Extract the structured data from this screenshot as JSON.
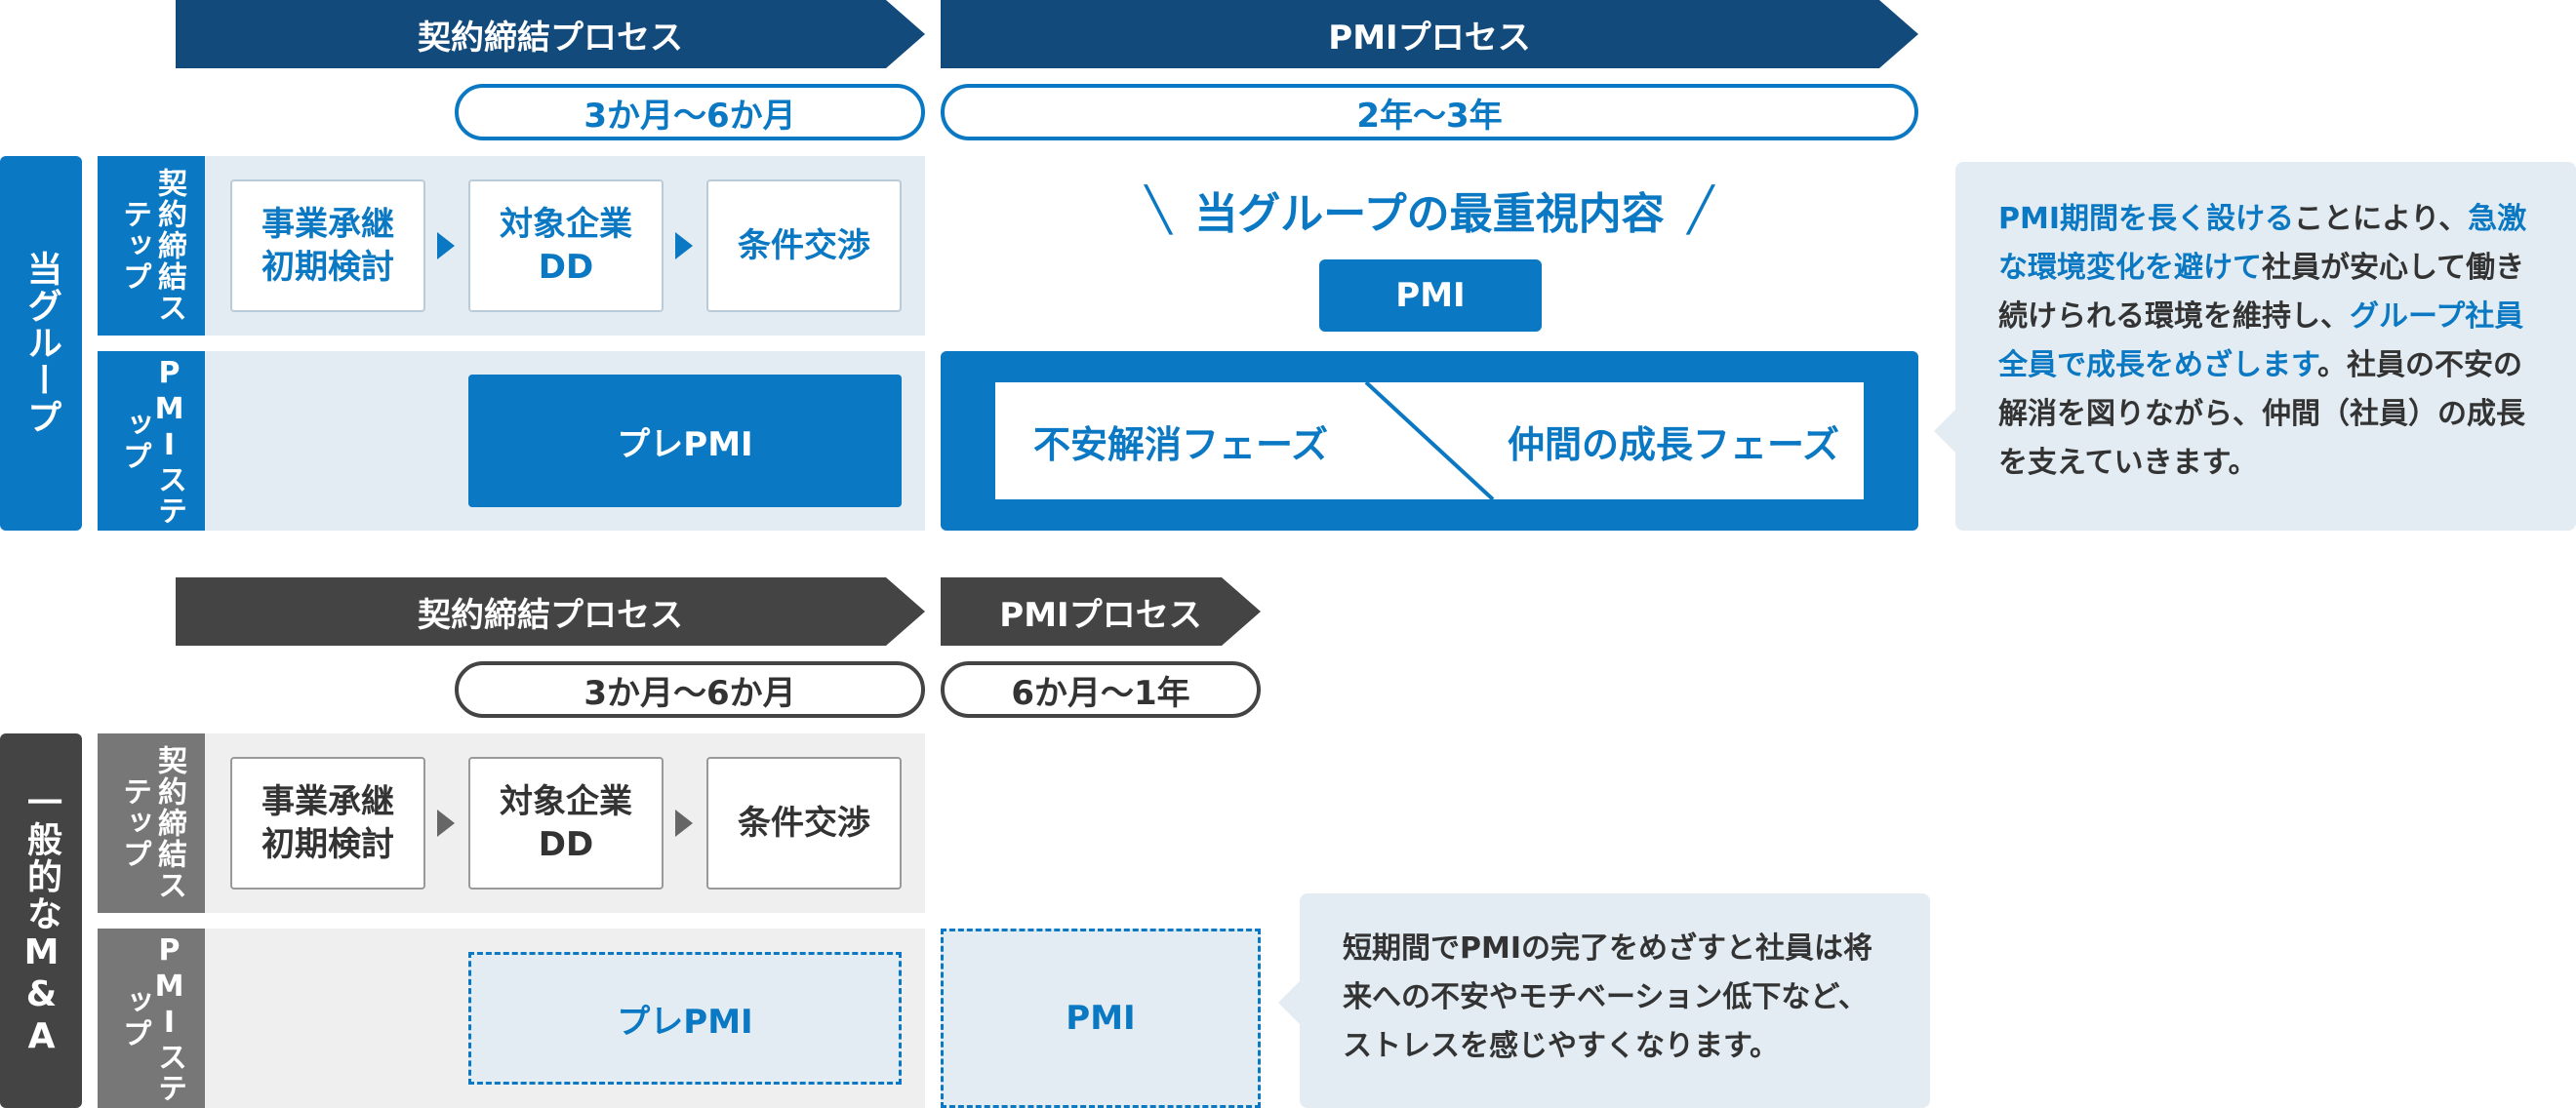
{
  "colors": {
    "navy": "#134a7c",
    "blue": "#0a78c2",
    "light_blue_bg": "#e3ecf2",
    "dark_gray": "#444444",
    "mid_gray": "#777777",
    "light_gray_bg": "#efefef",
    "text_dark": "#333333"
  },
  "our_group": {
    "side_label": "当グループ",
    "contract_process": "契約締結プロセス",
    "pmi_process": "PMIプロセス",
    "contract_duration": "3か月〜6か月",
    "pmi_duration": "2年〜3年",
    "contract_step_label": "契約締結ステップ",
    "pmi_step_label": "PMIステップ",
    "steps": [
      "事業承継初期検討",
      "対象企業DD",
      "条件交渉"
    ],
    "pre_pmi": "プレPMI",
    "focus_title": "当グループの最重視内容",
    "focus_badge": "PMI",
    "phase_left": "不安解消フェーズ",
    "phase_right": "仲間の成長フェーズ",
    "note_segments": [
      {
        "text": "PMI期間を長く設ける",
        "highlight": true
      },
      {
        "text": "ことにより、",
        "highlight": false
      },
      {
        "text": "急激な環境変化を避けて",
        "highlight": true
      },
      {
        "text": "社員が安心して働き続けられる環境を維持し、",
        "highlight": false
      },
      {
        "text": "グループ社員全員で成長をめざします",
        "highlight": true
      },
      {
        "text": "。社員の不安の解消を図りながら、仲間（社員）の成長を支えていきます。",
        "highlight": false
      }
    ]
  },
  "general": {
    "side_label": "一般的なM&A",
    "contract_process": "契約締結プロセス",
    "pmi_process": "PMIプロセス",
    "contract_duration": "3か月〜6か月",
    "pmi_duration": "6か月〜1年",
    "contract_step_label": "契約締結ステップ",
    "pmi_step_label": "PMIステップ",
    "steps": [
      "事業承継初期検討",
      "対象企業DD",
      "条件交渉"
    ],
    "pre_pmi": "プレPMI",
    "pmi": "PMI",
    "note": "短期間でPMIの完了をめざすと社員は将来への不安やモチベーション低下など、ストレスを感じやすくなります。"
  }
}
